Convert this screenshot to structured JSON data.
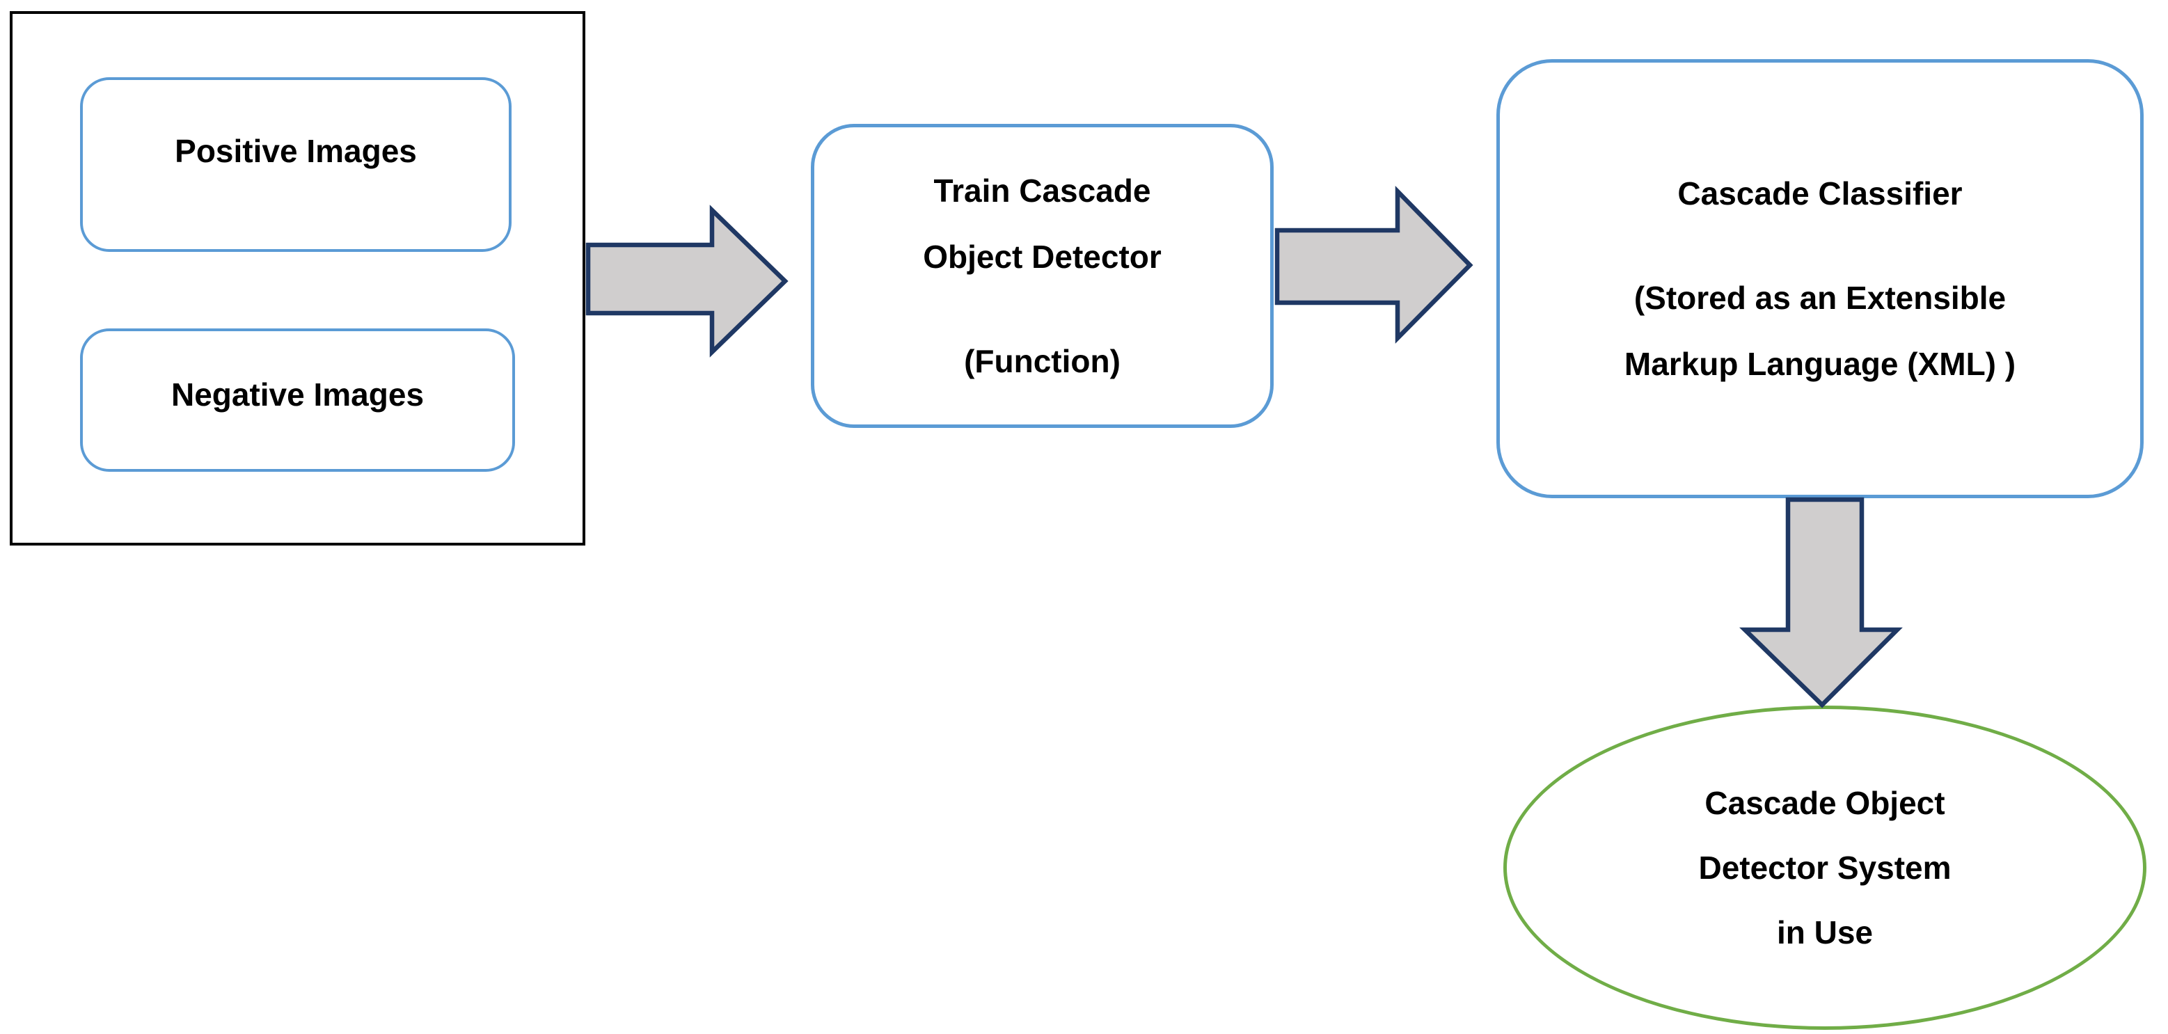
{
  "nodes": {
    "positive": {
      "label": "Positive Images"
    },
    "negative": {
      "label": "Negative Images"
    },
    "train": {
      "lines": [
        "Train Cascade",
        "Object Detector"
      ],
      "subtitle": "(Function)"
    },
    "classifier": {
      "title": "Cascade Classifier",
      "subtitle_lines": [
        "(Stored as an Extensible",
        "Markup Language (XML) )"
      ]
    },
    "system": {
      "lines": [
        "Cascade Object",
        "Detector System",
        "in Use"
      ]
    }
  },
  "colors": {
    "blue_border": "#5B9BD5",
    "green_border": "#70AD47",
    "group_border": "#000000",
    "arrow_fill": "#D0CECE",
    "arrow_stroke": "#1F3864",
    "text": "#000000"
  }
}
